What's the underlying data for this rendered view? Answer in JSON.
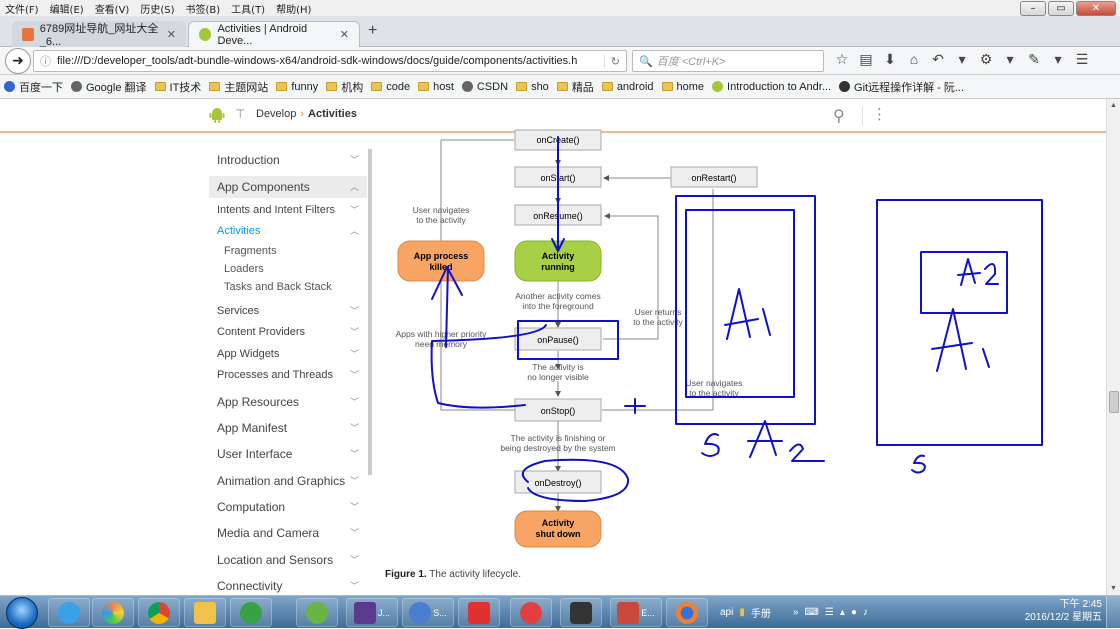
{
  "menubar": {
    "items": [
      "文件(F)",
      "编辑(E)",
      "查看(V)",
      "历史(S)",
      "书签(B)",
      "工具(T)",
      "帮助(H)"
    ]
  },
  "tabs": [
    {
      "title": "6789网址导航_网址大全_6...",
      "icon": "site-favicon",
      "color": "#e8753a"
    },
    {
      "title": "Activities | Android Deve...",
      "icon": "android-favicon",
      "color": "#a4c639"
    }
  ],
  "nav": {
    "url": "file:///D:/developer_tools/adt-bundle-windows-x64/android-sdk-windows/docs/guide/components/activities.h",
    "search_placeholder": "百度 <Ctrl+K>"
  },
  "bookmarks": [
    {
      "label": "百度一下",
      "kind": "icon",
      "color": "#3366cc"
    },
    {
      "label": "Google 翻译",
      "kind": "icon",
      "color": "#666"
    },
    {
      "label": "IT技术",
      "kind": "folder"
    },
    {
      "label": "主题网站",
      "kind": "folder"
    },
    {
      "label": "funny",
      "kind": "folder"
    },
    {
      "label": "机构",
      "kind": "folder"
    },
    {
      "label": "code",
      "kind": "folder"
    },
    {
      "label": "host",
      "kind": "folder"
    },
    {
      "label": "CSDN",
      "kind": "icon",
      "color": "#666"
    },
    {
      "label": "sho",
      "kind": "folder"
    },
    {
      "label": "精品",
      "kind": "folder"
    },
    {
      "label": "android",
      "kind": "folder"
    },
    {
      "label": "home",
      "kind": "folder"
    },
    {
      "label": "Introduction to Andr...",
      "kind": "icon",
      "color": "#a4c639"
    },
    {
      "label": "Git远程操作详解 - 阮...",
      "kind": "icon",
      "color": "#333"
    }
  ],
  "header": {
    "crumb_1": "Develop",
    "crumb_2": "Activities"
  },
  "sidebar": {
    "items": [
      {
        "label": "Introduction",
        "type": "top"
      },
      {
        "label": "App Components",
        "type": "section"
      },
      {
        "label": "Intents and Intent Filters",
        "type": "small"
      },
      {
        "label": "Activities",
        "type": "active"
      },
      {
        "label": "Fragments",
        "type": "sub"
      },
      {
        "label": "Loaders",
        "type": "sub"
      },
      {
        "label": "Tasks and Back Stack",
        "type": "sub"
      },
      {
        "label": "Services",
        "type": "small"
      },
      {
        "label": "Content Providers",
        "type": "small"
      },
      {
        "label": "App Widgets",
        "type": "small"
      },
      {
        "label": "Processes and Threads",
        "type": "small"
      },
      {
        "label": "App Resources",
        "type": "top"
      },
      {
        "label": "App Manifest",
        "type": "top"
      },
      {
        "label": "User Interface",
        "type": "top"
      },
      {
        "label": "Animation and Graphics",
        "type": "top"
      },
      {
        "label": "Computation",
        "type": "top"
      },
      {
        "label": "Media and Camera",
        "type": "top"
      },
      {
        "label": "Location and Sensors",
        "type": "top"
      },
      {
        "label": "Connectivity",
        "type": "top"
      }
    ]
  },
  "diagram": {
    "on_create": "onCreate()",
    "on_start": "onStart()",
    "on_restart": "onRestart()",
    "on_resume": "onResume()",
    "on_pause": "onPause()",
    "on_stop": "onStop()",
    "on_destroy": "onDestroy()",
    "running_1": "Activity",
    "running_2": "running",
    "killed_1": "App process",
    "killed_2": "killed",
    "shutdown_1": "Activity",
    "shutdown_2": "shut down",
    "note_nav_1": "User navigates",
    "note_nav_2": "to the activity",
    "note_another_1": "Another activity comes",
    "note_another_2": "into the foreground",
    "note_priority_1": "Apps with higher priority",
    "note_priority_2": "need memory",
    "note_returns_1": "User returns",
    "note_returns_2": "to the activity",
    "note_notvisible_1": "The activity is",
    "note_notvisible_2": "no longer visible",
    "note_navs_1": "User navigates",
    "note_navs_2": "to the activity",
    "note_finishing_1": "The activity is finishing or",
    "note_finishing_2": "being destroyed by the system",
    "ink_color": "#1010c8"
  },
  "caption": {
    "label": "Figure 1.",
    "text": "The activity lifecycle."
  },
  "taskbar": {
    "labels": [
      "J...",
      "S...",
      "E..."
    ],
    "tray_text": "api",
    "tray_folder": "手册",
    "time": "下午 2:45",
    "date": "2016/12/2 星期五"
  }
}
